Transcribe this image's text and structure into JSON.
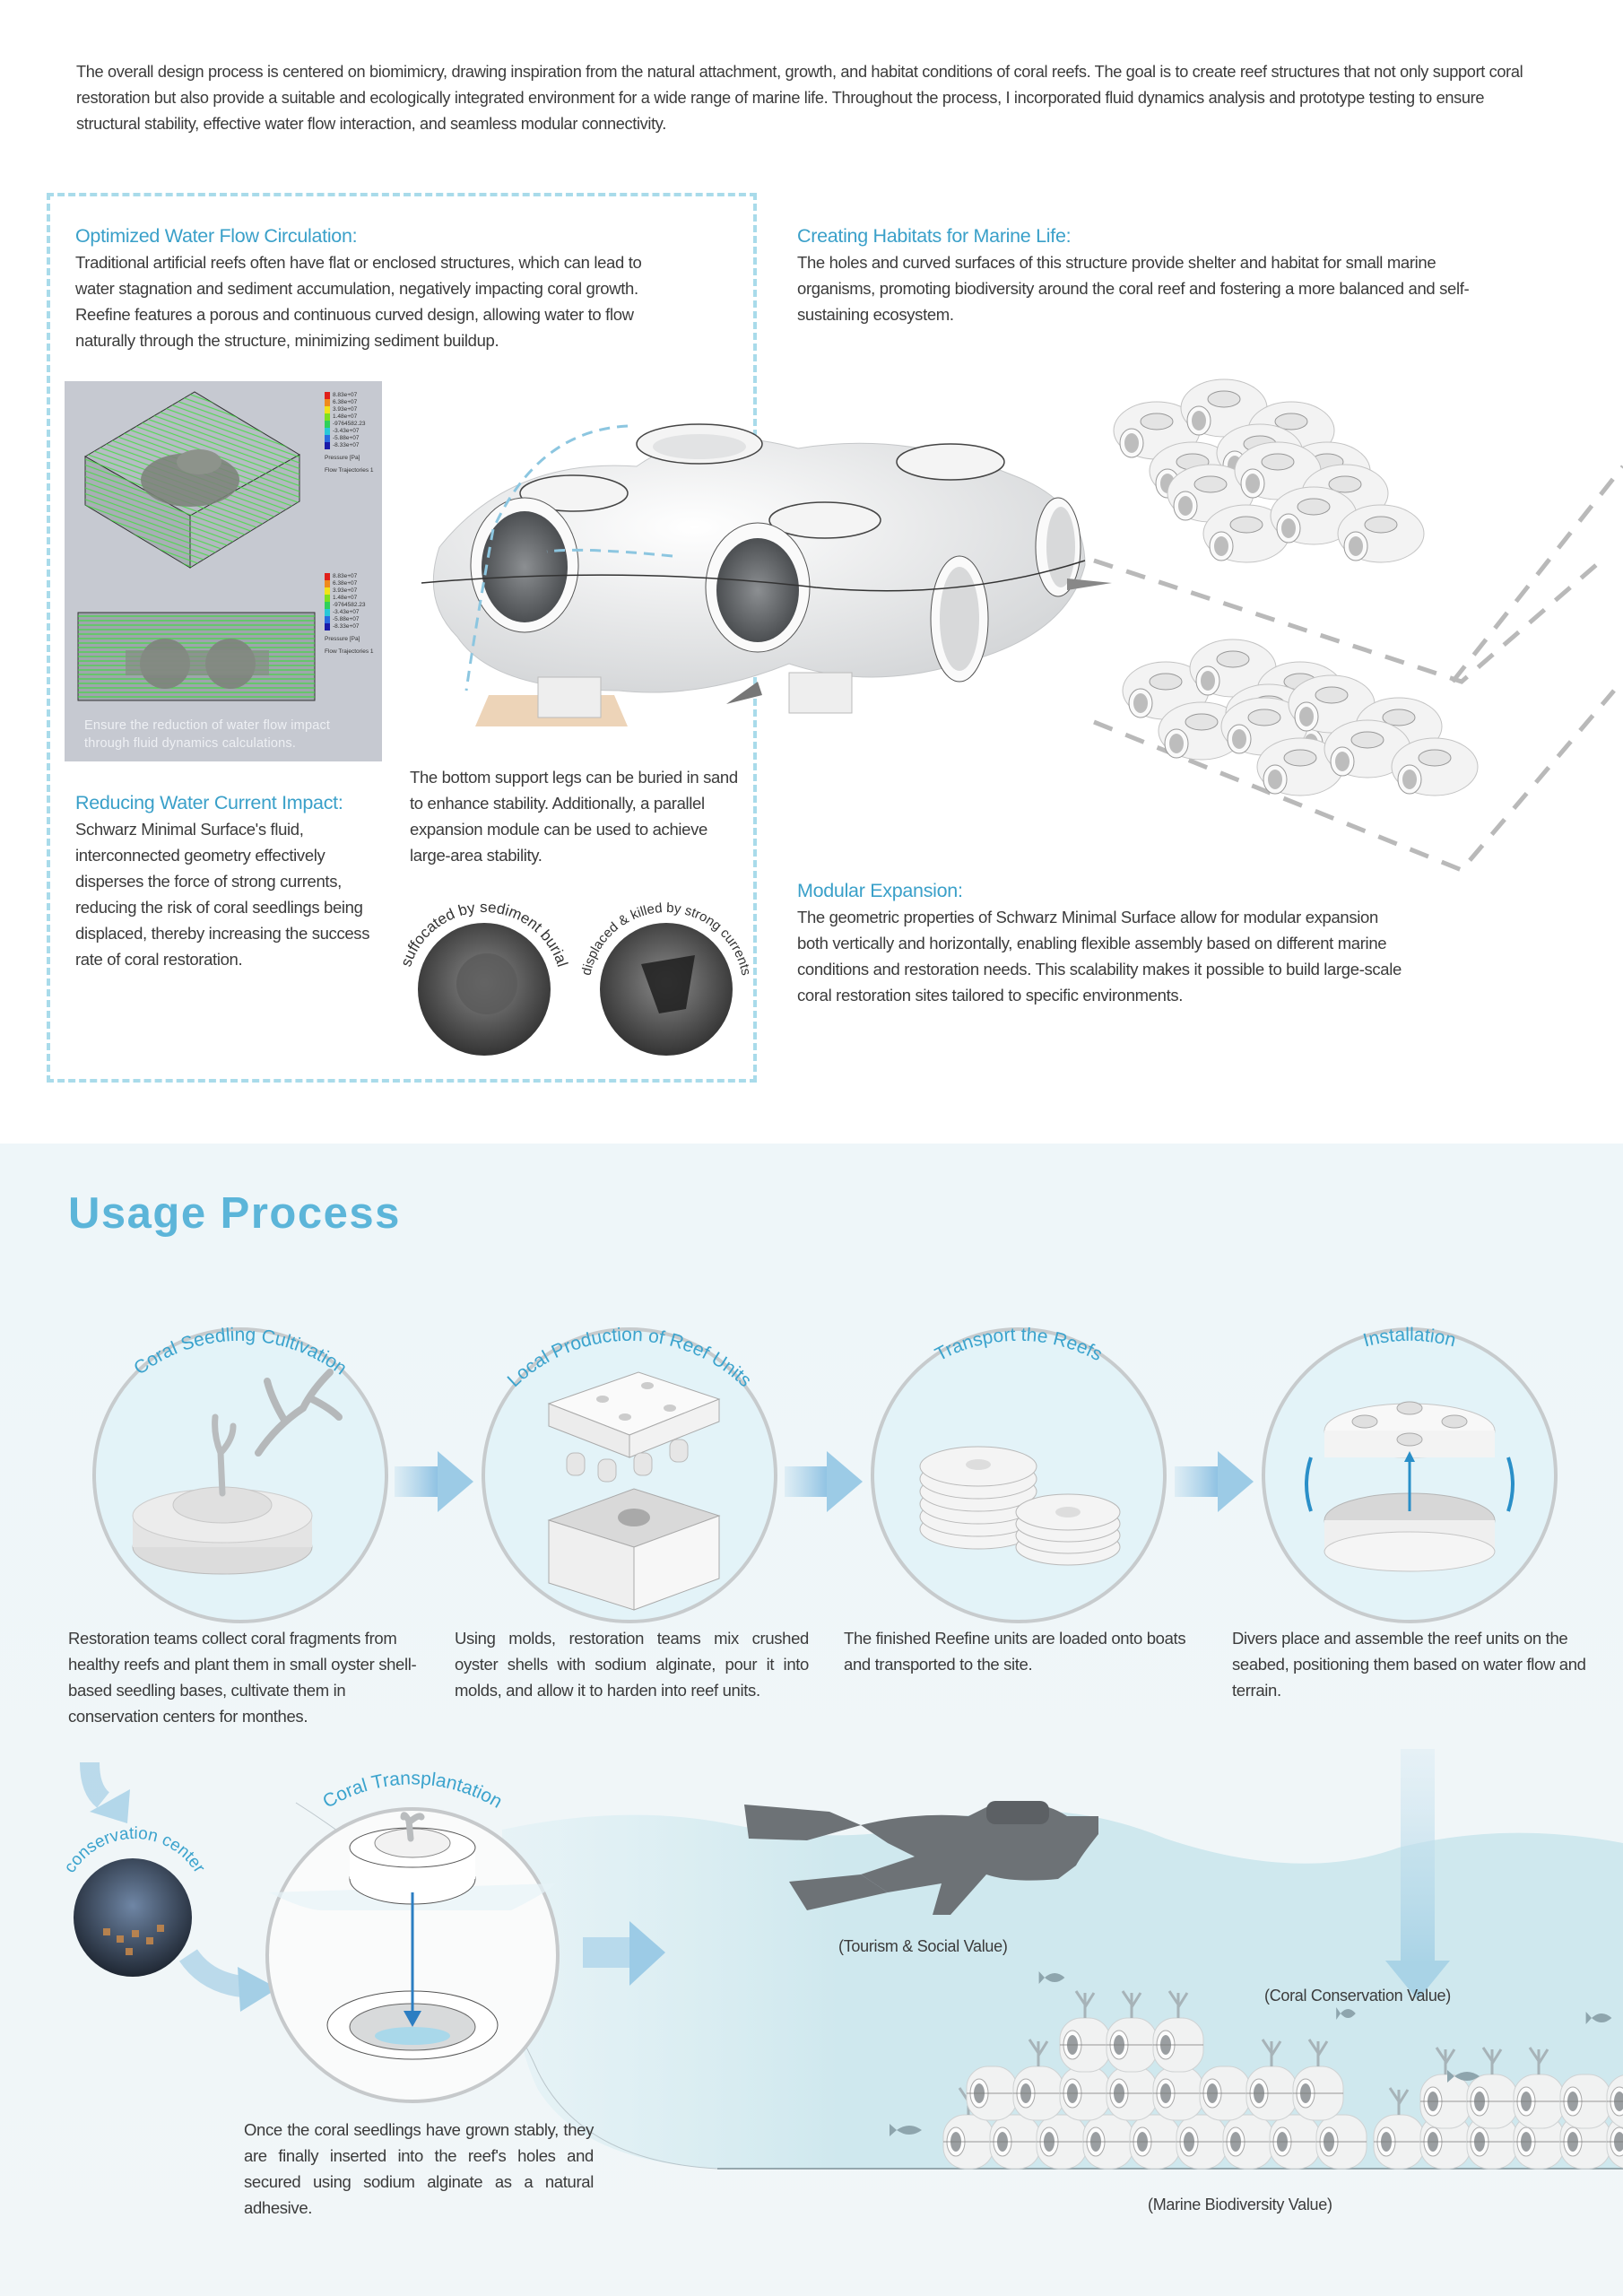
{
  "intro": "The overall design process is centered on biomimicry, drawing inspiration from the natural attachment, growth, and habitat conditions of coral reefs. The goal is to create reef structures that not only support coral restoration but also provide a suitable and ecologically integrated environment for a wide range of marine life. Throughout the process, I incorporated fluid dynamics analysis and prototype testing to ensure structural stability, effective water flow interaction, and seamless modular connectivity.",
  "features": {
    "flow": {
      "heading": "Optimized Water Flow Circulation:",
      "body": "Traditional artificial reefs often have flat or enclosed structures, which can lead to water stagnation and sediment accumulation, negatively impacting coral growth. Reefine features a porous and continuous curved design, allowing water to flow naturally through the structure, minimizing sediment buildup."
    },
    "habitat": {
      "heading": "Creating Habitats for Marine Life:",
      "body": "The holes and curved surfaces of this structure provide shelter and habitat for small marine organisms, promoting biodiversity around the coral reef and fostering a more balanced and self-sustaining ecosystem."
    },
    "current": {
      "heading": "Reducing Water Current Impact:",
      "body": "Schwarz Minimal Surface's fluid, interconnected geometry effectively disperses the force of strong currents, reducing the risk of coral seedlings being displaced, thereby increasing the success rate of coral restoration."
    },
    "legs": {
      "body": "The bottom support legs can be buried in sand to enhance stability. Additionally, a parallel expansion module can be used to achieve large-area stability."
    },
    "modular": {
      "heading": "Modular Expansion:",
      "body": "The geometric properties of Schwarz Minimal Surface allow for modular expansion both vertically and horizontally, enabling flexible assembly based on different marine conditions and restoration needs. This scalability makes it possible to build large-scale coral restoration sites tailored to specific environments."
    }
  },
  "cfd": {
    "legend_values": [
      "8.83e+07",
      "6.38e+07",
      "3.93e+07",
      "1.48e+07",
      "-9764582.23",
      "-3.43e+07",
      "-5.88e+07",
      "-8.33e+07"
    ],
    "legend_colors": [
      "#e0201a",
      "#f08a1c",
      "#f2e21a",
      "#7ee020",
      "#2fd05a",
      "#28c8d8",
      "#2a6ae0",
      "#1a1aa8"
    ],
    "pressure_label": "Pressure [Pa]",
    "trajectory_label": "Flow Trajectories 1",
    "caption": "Ensure the reduction of water flow impact through fluid dynamics calculations."
  },
  "photos": {
    "sediment": "suffocated by sediment burial",
    "currents": "displaced & killed by strong currents"
  },
  "usage": {
    "title": "Usage Process",
    "steps": [
      {
        "title": "Coral Seedling Cultivation",
        "body": "Restoration teams collect coral fragments from healthy reefs and plant them in small oyster shell-based seedling bases, cultivate them in conservation centers for monthes."
      },
      {
        "title": "Local Production of Reef Units",
        "body": "Using molds, restoration teams mix crushed oyster shells with sodium alginate, pour it into molds, and allow it to harden into reef units."
      },
      {
        "title": "Transport the Reefs",
        "body": "The finished Reefine units are loaded onto boats and transported to the site."
      },
      {
        "title": "Installation",
        "body": "Divers place and assemble the reef units on the seabed, positioning them based on water flow and terrain."
      }
    ],
    "conservation_center": "conservation center",
    "transplant": {
      "title": "Coral Transplantation",
      "body": "Once the coral seedlings have grown stably, they are finally inserted into the reef's holes and secured using sodium alginate as a natural adhesive."
    },
    "values": {
      "tourism": "(Tourism & Social Value)",
      "conservation": "(Coral Conservation Value)",
      "biodiversity": "(Marine Biodiversity Value)"
    }
  },
  "colors": {
    "accent": "#3aa0c9",
    "water": "#cfe8ee",
    "arrow": "#9ccbe6"
  }
}
